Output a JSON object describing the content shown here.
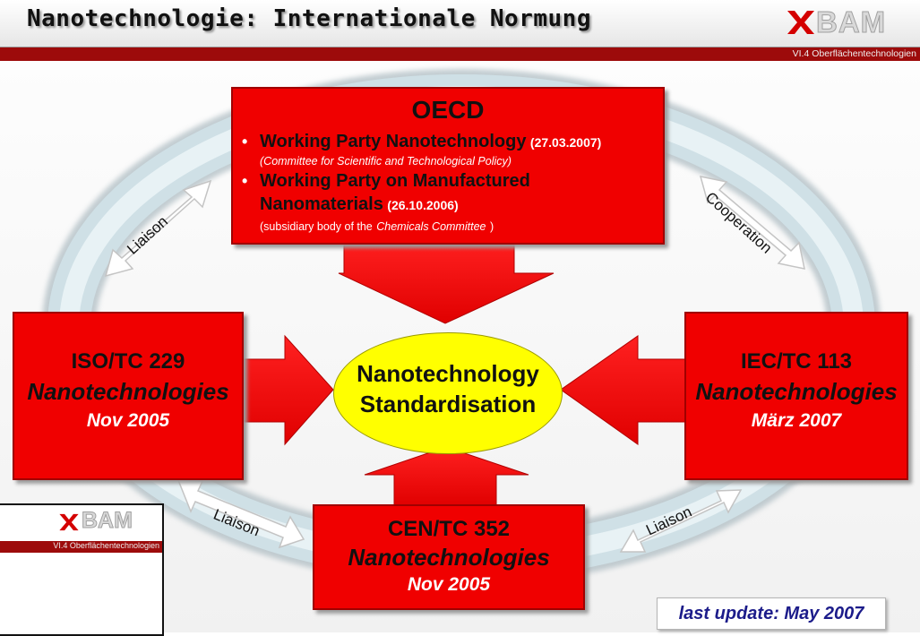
{
  "header": {
    "title": "Nanotechnologie: Internationale Normung",
    "logo_text": "BAM",
    "subtitle": "VI.4 Oberflächentechnologien"
  },
  "center": {
    "line1": "Nanotechnology",
    "line2": "Standardisation",
    "color": "#ffff00"
  },
  "oecd": {
    "title": "OECD",
    "item1": {
      "name": "Working Party Nanotechnology",
      "date": "(27.03.2007)",
      "note": "(Committee for Scientific and Technological Policy)"
    },
    "item2": {
      "name_line1": "Working Party on Manufactured",
      "name_line2": "Nanomaterials",
      "date": "(26.10.2006)",
      "note_prefix": "(subsidiary body of the",
      "note_italic": "Chemicals Committee",
      "note_suffix": ")"
    }
  },
  "iso": {
    "line1": "ISO/TC 229",
    "line2": "Nanotechnologies",
    "line3": "Nov 2005"
  },
  "iec": {
    "line1": "IEC/TC 113",
    "line2": "Nanotechnologies",
    "line3": "März 2007"
  },
  "cen": {
    "line1": "CEN/TC 352",
    "line2": "Nanotechnologies",
    "line3": "Nov 2005"
  },
  "relations": {
    "top_left": "Liaison",
    "top_right": "Cooperation",
    "bottom_left": "Liaison",
    "bottom_right": "Liaison"
  },
  "footer": {
    "update": "last update: May 2007"
  },
  "thumbnail": {
    "logo_text": "BAM",
    "subtitle": "VI.4 Oberflächentechnologien"
  },
  "colors": {
    "box_red": "#f00000",
    "brand_red": "#9d0b0b",
    "ellipse_yellow": "#ffff00"
  }
}
